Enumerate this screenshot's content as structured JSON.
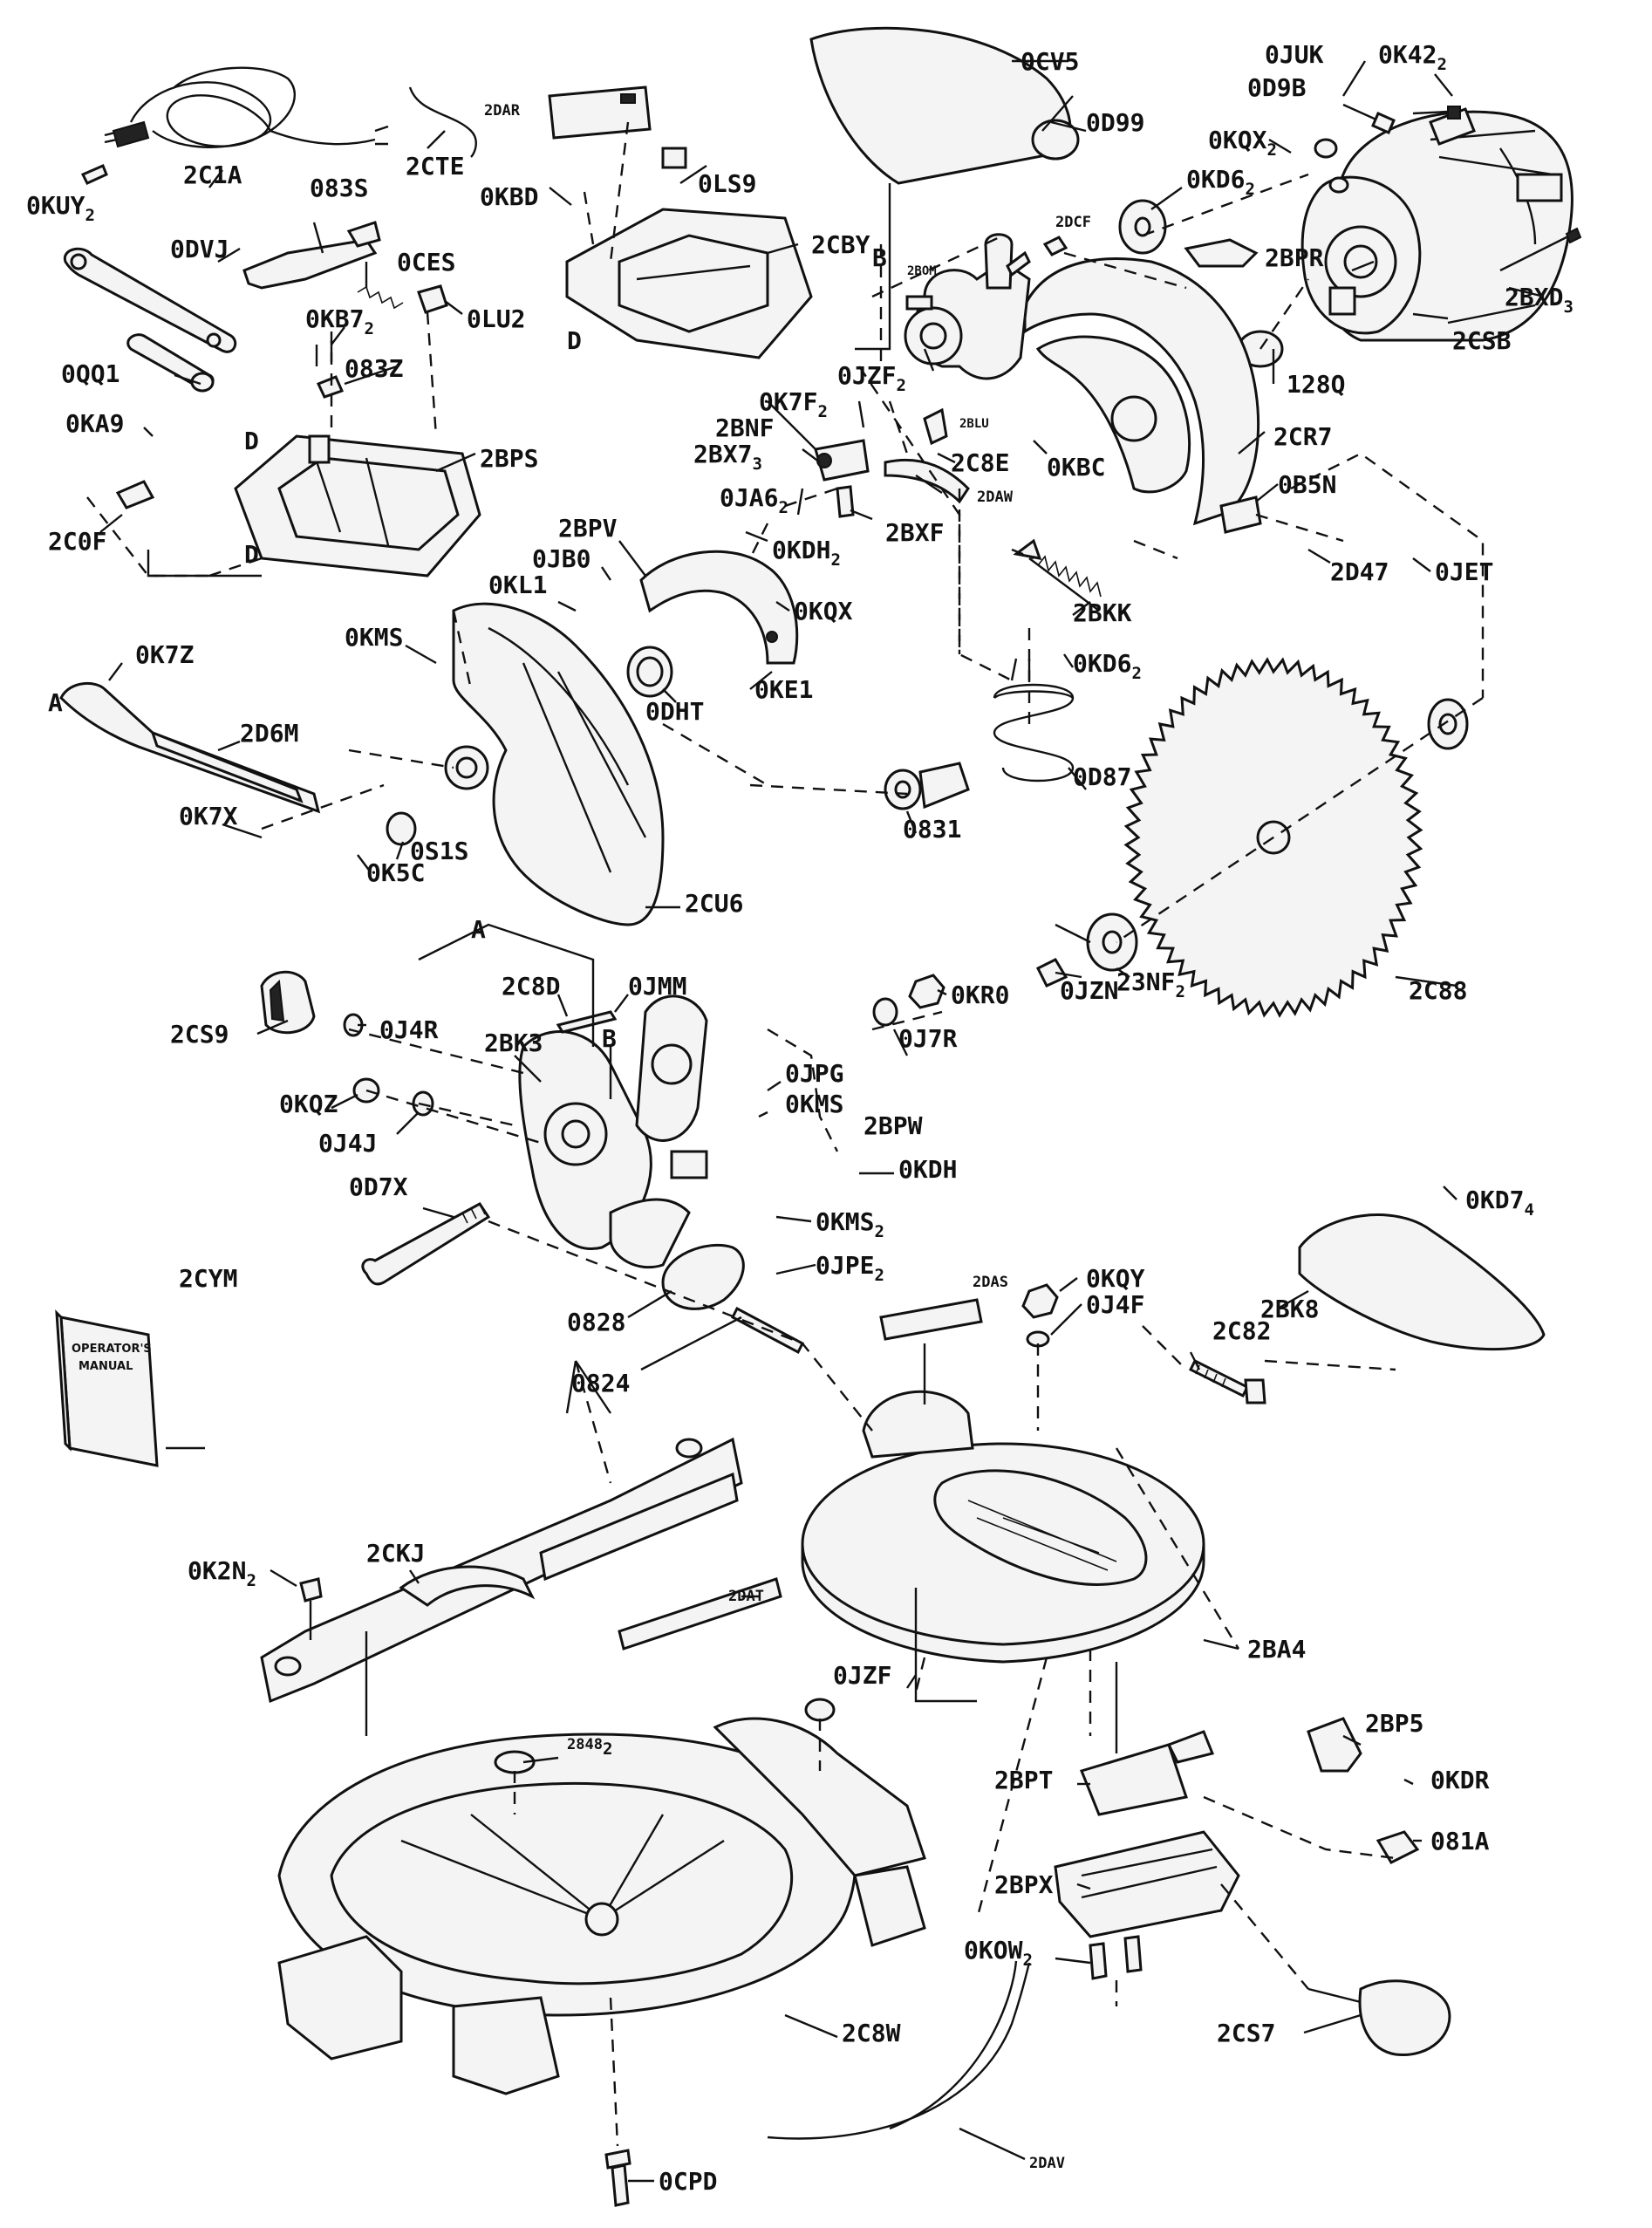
{
  "labels": {
    "cv5": "0CV5",
    "juk": "0JUK",
    "k42": "0K42",
    "k42_sub": "2",
    "d99": "0D99",
    "d9b": "0D9B",
    "kqx": "0KQX",
    "kqx_sub": "2",
    "kd6": "0KD6",
    "kd6_sub": "2",
    "dcf": "2DCF",
    "bpr": "2BPR",
    "bxd": "2BXD",
    "bxd_sub": "3",
    "csb": "2CSB",
    "q128": "128Q",
    "cr7": "2CR7",
    "b5n": "0B5N",
    "jet": "0JET",
    "d47": "2D47",
    "c1a": "2C1A",
    "cte": "2CTE",
    "dar": "2DAR",
    "ls9": "0LS9",
    "kuy": "0KUY",
    "kuy_sub": "2",
    "s83": "083S",
    "kbd": "0KBD",
    "cby": "2CBY",
    "dvj": "0DVJ",
    "ces": "0CES",
    "lu2": "0LU2",
    "kb7": "0KB7",
    "kb7_sub": "2",
    "z83": "083Z",
    "qq1": "0QQ1",
    "ka9": "0KA9",
    "bps": "2BPS",
    "c0f": "2C0F",
    "bom": "2BOM",
    "jzf2": "0JZF",
    "jzf2_sub": "2",
    "k7f": "0K7F",
    "k7f_sub": "2",
    "bnf": "2BNF",
    "blu": "2BLU",
    "bx7": "2BX7",
    "bx7_sub": "3",
    "c8e": "2C8E",
    "kbc": "0KBC",
    "ja6": "0JA6",
    "ja6_sub": "2",
    "daw": "2DAW",
    "bxf": "2BXF",
    "kdh2": "0KDH",
    "kdh2_sub": "2",
    "bpv": "2BPV",
    "jb0": "0JB0",
    "kl1": "0KL1",
    "kqx1": "0KQX",
    "bkk": "2BKK",
    "kd62": "0KD6",
    "kd62_sub": "2",
    "kms": "0KMS",
    "ke1": "0KE1",
    "dht": "0DHT",
    "d87": "0D87",
    "s831": "0831",
    "k7z": "0K7Z",
    "d6m": "2D6M",
    "k7x": "0K7X",
    "s1s": "0S1S",
    "k5c": "0K5C",
    "cu6": "2CU6",
    "c88": "2C88",
    "nf23": "23NF",
    "nf23_sub": "2",
    "jzn": "0JZN",
    "c8d": "2C8D",
    "jmm": "0JMM",
    "cs9": "2CS9",
    "j4r": "0J4R",
    "bk3": "2BK3",
    "kr0": "0KR0",
    "j7r": "0J7R",
    "jpg": "0JPG",
    "kms2": "0KMS",
    "kqz": "0KQZ",
    "j4j": "0J4J",
    "bpw": "2BPW",
    "kdh": "0KDH",
    "d7x": "0D7X",
    "kms3": "0KMS",
    "kms3_sub": "2",
    "jpe": "0JPE",
    "jpe_sub": "2",
    "kd7": "0KD7",
    "kd7_sub": "4",
    "cym": "2CYM",
    "das": "2DAS",
    "kqy": "0KQY",
    "j4f": "0J4F",
    "bk8": "2BK8",
    "c82": "2C82",
    "s828": "0828",
    "s824": "0824",
    "k2n": "0K2N",
    "k2n_sub": "2",
    "ckj": "2CKJ",
    "dat": "2DAT",
    "jzf": "0JZF",
    "ba4": "2BA4",
    "s848": "2848",
    "s848_sub": "2",
    "bp5": "2BP5",
    "kdr": "0KDR",
    "bpt": "2BPT",
    "s81a": "081A",
    "bpx": "2BPX",
    "kow": "0KOW",
    "kow_sub": "2",
    "cs7": "2CS7",
    "c8w": "2C8W",
    "cpd": "0CPD",
    "dav": "2DAV"
  },
  "letters": {
    "a1": "A",
    "a2": "A",
    "b1": "B",
    "b2": "B",
    "d1": "D",
    "d2": "D",
    "d3": "D"
  },
  "manual": {
    "line1": "OPERATOR'S",
    "line2": "MANUAL"
  }
}
